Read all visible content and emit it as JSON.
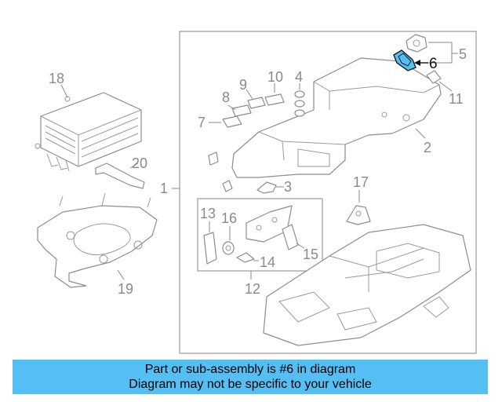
{
  "labels": {
    "l1": "1",
    "l2": "2",
    "l3": "3",
    "l4": "4",
    "l5": "5",
    "l6": "6",
    "l7": "7",
    "l8": "8",
    "l9": "9",
    "l10": "10",
    "l11": "11",
    "l12": "12",
    "l13": "13",
    "l14": "14",
    "l15": "15",
    "l16": "16",
    "l17": "17",
    "l18": "18",
    "l19": "19",
    "l20": "20"
  },
  "highlight": {
    "part": "6",
    "color": "#55bff3"
  },
  "banner": {
    "line1": "Part or sub-assembly is #6 in diagram",
    "line2": "Diagram may not be specific to your vehicle",
    "color": "#55bff3"
  }
}
